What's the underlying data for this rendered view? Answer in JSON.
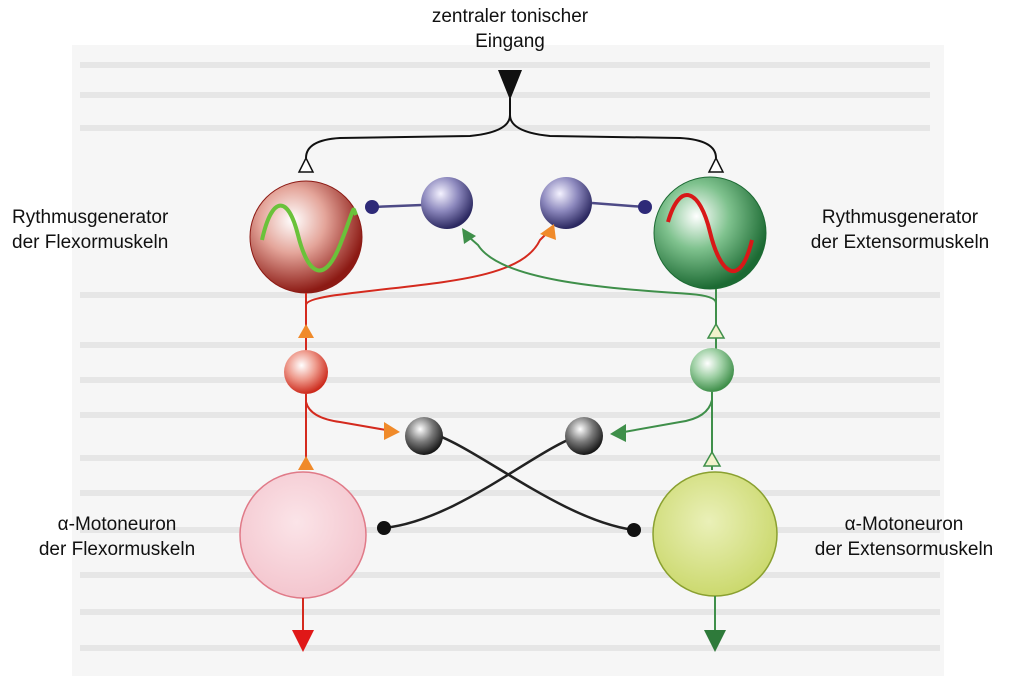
{
  "labels": {
    "input_line1": "zentraler tonischer",
    "input_line2": "Eingang",
    "flex_gen_line1": "Rythmusgenerator",
    "flex_gen_line2": "der Flexormuskeln",
    "ext_gen_line1": "Rythmusgenerator",
    "ext_gen_line2": "der Extensormuskeln",
    "flex_mn_line1": "α-Motoneuron",
    "flex_mn_line2": "der Flexormuskeln",
    "ext_mn_line1": "α-Motoneuron",
    "ext_mn_line2": "der Extensormuskeln"
  },
  "colors": {
    "flexor": "#d42a1e",
    "flexor_wave": "#6ac23a",
    "extensor": "#3f8f4a",
    "extensor_wave": "#d81818",
    "flexor_motoneuron": "#f6cfd6",
    "extensor_motoneuron": "#d6e07a",
    "inhibitory_interneuron": "#4d4a86",
    "crossed_interneuron": "#2a2a2a",
    "triangle_orange": "#f08a2a"
  }
}
